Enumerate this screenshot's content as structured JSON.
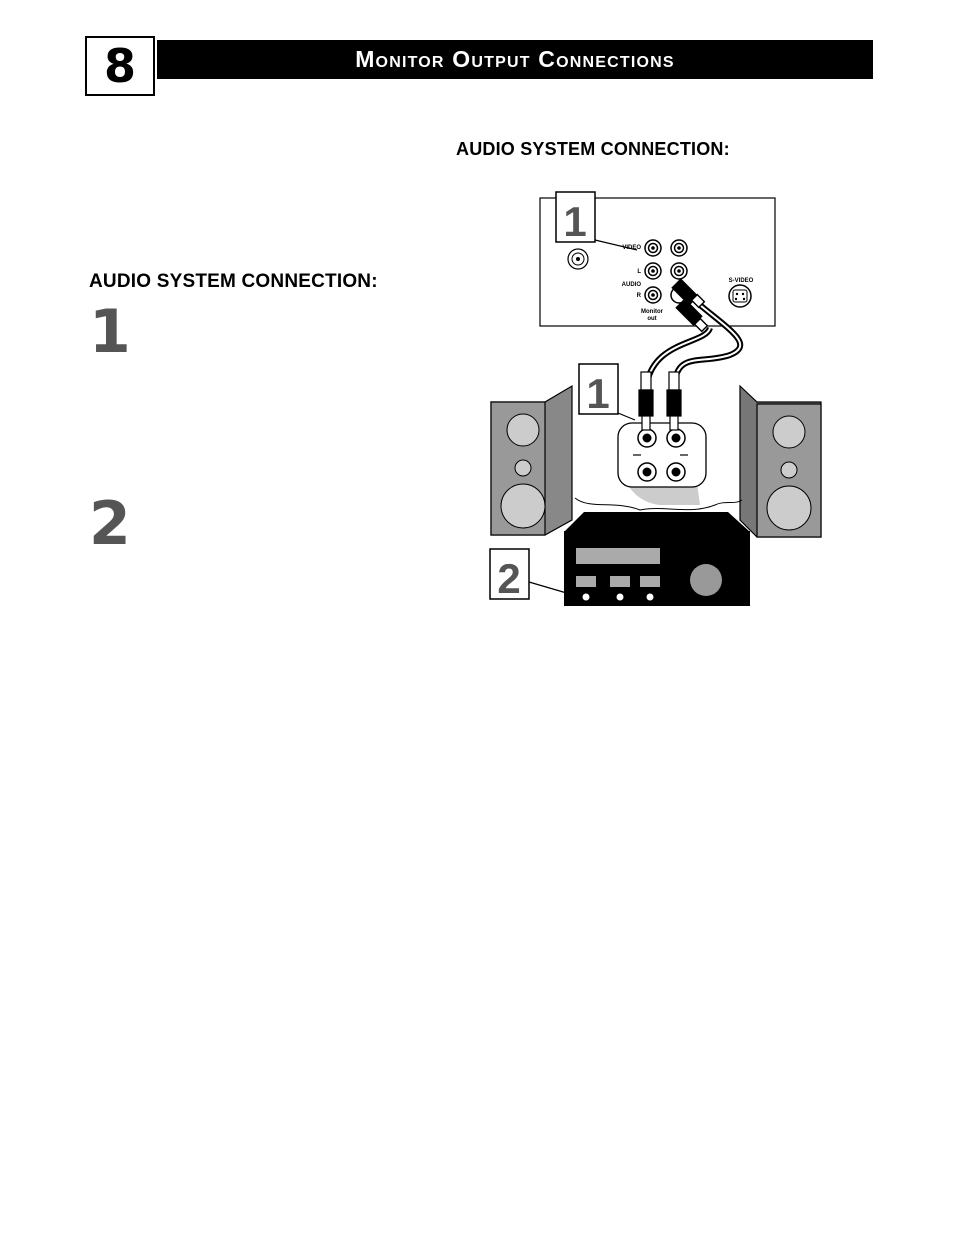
{
  "header": {
    "page_number": "8",
    "title": "Monitor Output Connections"
  },
  "right_column": {
    "heading": "AUDIO SYSTEM CONNECTION:"
  },
  "left_column": {
    "heading": "AUDIO SYSTEM CONNECTION:",
    "steps": [
      {
        "number": "1"
      },
      {
        "number": "2"
      }
    ]
  },
  "diagram": {
    "callouts": [
      "1",
      "1",
      "2"
    ],
    "jack_labels": {
      "video": "VIDEO",
      "left": "L",
      "audio": "AUDIO",
      "right": "R",
      "monitor_out_1": "Monitor",
      "monitor_out_2": "out",
      "s_video": "S-VIDEO"
    }
  }
}
